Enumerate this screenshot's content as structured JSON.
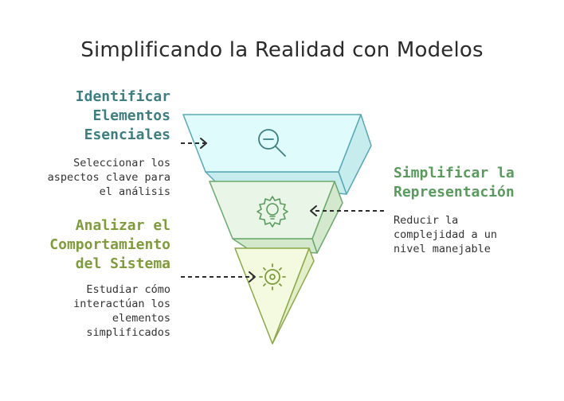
{
  "title": "Simplificando la Realidad con Modelos",
  "stages": [
    {
      "heading_lines": [
        "Identificar",
        "Elementos",
        "Esenciales"
      ],
      "description_lines": [
        "Seleccionar los",
        "aspectos clave para",
        "el análisis"
      ],
      "icon": "magnifier-minus-icon",
      "color": "#3d7f80"
    },
    {
      "heading_lines": [
        "Simplificar la",
        "Representación"
      ],
      "description_lines": [
        "Reducir la",
        "complejidad a un",
        "nivel manejable"
      ],
      "icon": "gear-lightbulb-icon",
      "color": "#5a9a5e"
    },
    {
      "heading_lines": [
        "Analizar el",
        "Comportamiento",
        "del Sistema"
      ],
      "description_lines": [
        "Estudiar cómo",
        "interactúan los",
        "elementos",
        "simplificados"
      ],
      "icon": "sun-icon",
      "color": "#7f9b3c"
    }
  ]
}
